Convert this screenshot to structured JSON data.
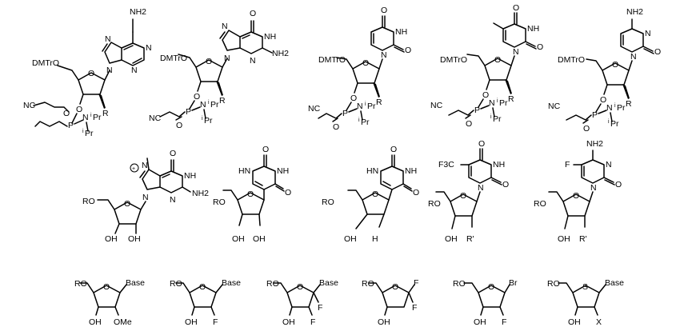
{
  "row1": [
    {
      "name": "adenosine-phosphoramidite",
      "base_atoms": [
        "NH2",
        "N",
        "N",
        "N",
        "N"
      ],
      "protect": "DMTrO",
      "O": "O",
      "cyano": "NC",
      "P": "P",
      "N": "N",
      "ipr": "Pr",
      "i": "i",
      "R": "R",
      "o_ring": "O"
    },
    {
      "name": "guanosine-phosphoramidite",
      "base_atoms": [
        "O",
        "N",
        "NH",
        "N",
        "N",
        "NH2"
      ],
      "protect": "DMTrO",
      "O": "O",
      "cyano": "NC",
      "P": "P",
      "N": "N",
      "ipr": "Pr",
      "i": "i",
      "R": "R",
      "o_ring": "O"
    },
    {
      "name": "uridine-phosphoramidite",
      "base_atoms": [
        "O",
        "NH",
        "N",
        "O"
      ],
      "protect": "DMTrO",
      "O": "O",
      "cyano": "NC",
      "P": "P",
      "N": "N",
      "ipr": "Pr",
      "i": "i",
      "R": "R",
      "o_ring": "O"
    },
    {
      "name": "thymidine-phosphoramidite",
      "base_atoms": [
        "O",
        "NH",
        "N",
        "O"
      ],
      "protect": "DMTrO",
      "O": "O",
      "cyano": "NC",
      "P": "P",
      "N": "N",
      "ipr": "Pr",
      "i": "i",
      "R": "R",
      "o_ring": "O"
    },
    {
      "name": "cytidine-phosphoramidite",
      "base_atoms": [
        "NH2",
        "N",
        "N",
        "O"
      ],
      "protect": "DMTrO",
      "O": "O",
      "cyano": "NC",
      "P": "P",
      "N": "N",
      "ipr": "Pr",
      "i": "i",
      "R": "R",
      "o_ring": "O"
    }
  ],
  "row2": [
    {
      "name": "n7-methylguanosine",
      "base_atoms": [
        "O",
        "N",
        "NH",
        "N",
        "N",
        "NH2"
      ],
      "plus": "+",
      "ro": "RO",
      "o_ring": "O",
      "oh1": "OH",
      "oh2": "OH"
    },
    {
      "name": "pseudouridine",
      "base_atoms": [
        "O",
        "HN",
        "NH",
        "O"
      ],
      "ro": "RO",
      "o_ring": "O",
      "oh1": "OH",
      "oh2": "OH"
    },
    {
      "name": "deoxy-pseudouridine",
      "base_atoms": [
        "O",
        "HN",
        "NH",
        "O"
      ],
      "ro": "RO",
      "o_ring": "O",
      "oh1": "OH",
      "h": "H"
    },
    {
      "name": "trifluorothymidine",
      "base_atoms": [
        "O",
        "F3C",
        "NH",
        "N",
        "O"
      ],
      "ro": "RO",
      "o_ring": "O",
      "oh1": "OH",
      "rprime": "R'"
    },
    {
      "name": "fluorocytidine",
      "base_atoms": [
        "NH2",
        "F",
        "N",
        "N",
        "O"
      ],
      "ro": "RO",
      "o_ring": "O",
      "oh1": "OH",
      "rprime": "R'"
    }
  ],
  "row3": [
    {
      "name": "2-ome-ribose",
      "ro": "RO",
      "o_ring": "O",
      "base": "Base",
      "oh": "OH",
      "sub": "OMe"
    },
    {
      "name": "2-fluoro-arabinose",
      "ro": "RO",
      "o_ring": "O",
      "base": "Base",
      "oh": "OH",
      "sub": "F"
    },
    {
      "name": "2-difluoro-sugar",
      "ro": "RO",
      "o_ring": "O",
      "base": "Base",
      "oh": "OH",
      "sub": "F",
      "sub2": "F"
    },
    {
      "name": "gem-difluoro-sugar",
      "ro": "RO",
      "o_ring": "O",
      "f1": "F",
      "oh": "OH",
      "f2": "F"
    },
    {
      "name": "bromo-fluoro-sugar",
      "ro": "RO",
      "o_ring": "O",
      "br": "Br",
      "oh": "OH",
      "sub": "F"
    },
    {
      "name": "thio-sugar",
      "ro": "RO",
      "s_ring": "S",
      "base": "Base",
      "oh": "OH",
      "sub": "X"
    }
  ]
}
